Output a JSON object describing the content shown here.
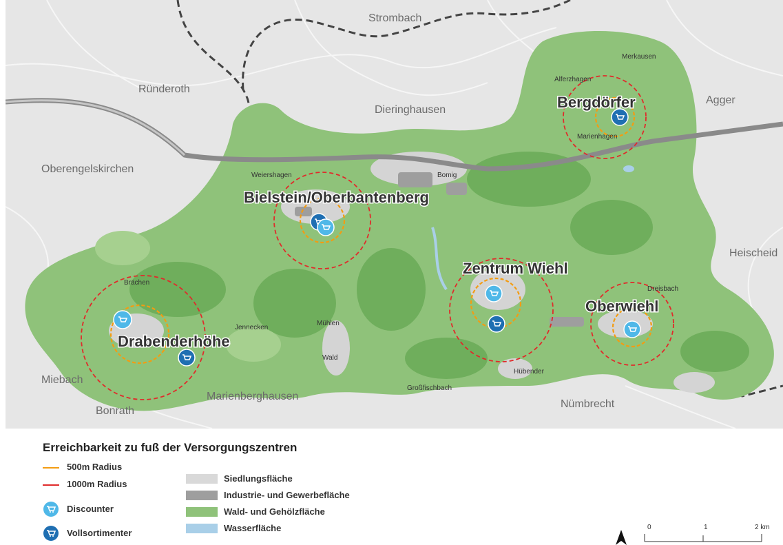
{
  "map": {
    "colors": {
      "background": "#e6e6e6",
      "settlement": "#d4d4d4",
      "industry": "#9e9e9e",
      "forest": "#8fc27a",
      "forest_dark": "#6fae5c",
      "water": "#a9cfe8",
      "radius_500": "#f39c12",
      "radius_1000": "#e02b2b",
      "discounter": "#4fb8e8",
      "vollsortimenter": "#1f6fb2"
    },
    "place_labels": [
      {
        "name": "Strombach"
      },
      {
        "name": "Merkausen"
      },
      {
        "name": "Alferzhagen"
      },
      {
        "name": "Ründeroth"
      },
      {
        "name": "Dieringhausen"
      },
      {
        "name": "Agger"
      },
      {
        "name": "Marienhagen"
      },
      {
        "name": "Oberengelskirchen"
      },
      {
        "name": "Weiershagen"
      },
      {
        "name": "Bomig"
      },
      {
        "name": "Heischeid"
      },
      {
        "name": "Brächen"
      },
      {
        "name": "Dreisbach"
      },
      {
        "name": "Jennecken"
      },
      {
        "name": "Mühlen"
      },
      {
        "name": "Wald"
      },
      {
        "name": "Hübender"
      },
      {
        "name": "Großfischbach"
      },
      {
        "name": "Miebach"
      },
      {
        "name": "Marienberghausen"
      },
      {
        "name": "Nümbrecht"
      },
      {
        "name": "Bonrath"
      }
    ],
    "centers": [
      {
        "name": "Bergdörfer"
      },
      {
        "name": "Bielstein/Oberbantenberg"
      },
      {
        "name": "Zentrum Wiehl"
      },
      {
        "name": "Oberwiehl"
      },
      {
        "name": "Drabenderhöhe"
      }
    ]
  },
  "legend": {
    "title": "Erreichbarkeit zu fuß der Versorgungszentren",
    "items": [
      {
        "label": "500m Radius"
      },
      {
        "label": "1000m Radius"
      },
      {
        "label": "Discounter"
      },
      {
        "label": "Vollsortimenter"
      },
      {
        "label": "Siedlungsfläche"
      },
      {
        "label": "Industrie- und Gewerbefläche"
      },
      {
        "label": "Wald- und Gehölzfläche"
      },
      {
        "label": "Wasserfläche"
      }
    ]
  },
  "scale_bar": {
    "labels": [
      "0",
      "1",
      "2 km"
    ]
  },
  "north_arrow": {
    "icon": "north-arrow-icon"
  }
}
